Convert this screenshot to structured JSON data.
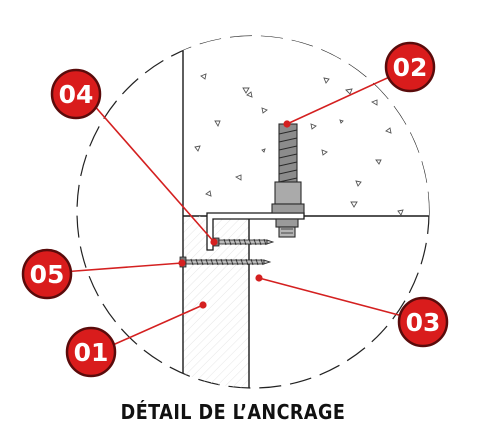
{
  "caption": "DÉTAIL DE L’ANCRAGE",
  "callouts": [
    {
      "id": "01",
      "label": "01"
    },
    {
      "id": "02",
      "label": "02"
    },
    {
      "id": "03",
      "label": "03"
    },
    {
      "id": "04",
      "label": "04"
    },
    {
      "id": "05",
      "label": "05"
    }
  ],
  "colors": {
    "callout_fill": "#d91c1c",
    "callout_stroke": "#5a0b0b",
    "leader_line": "#d42020",
    "outline": "#1a1a1a",
    "concrete_mark": "#555555",
    "anchor": "#888888"
  }
}
